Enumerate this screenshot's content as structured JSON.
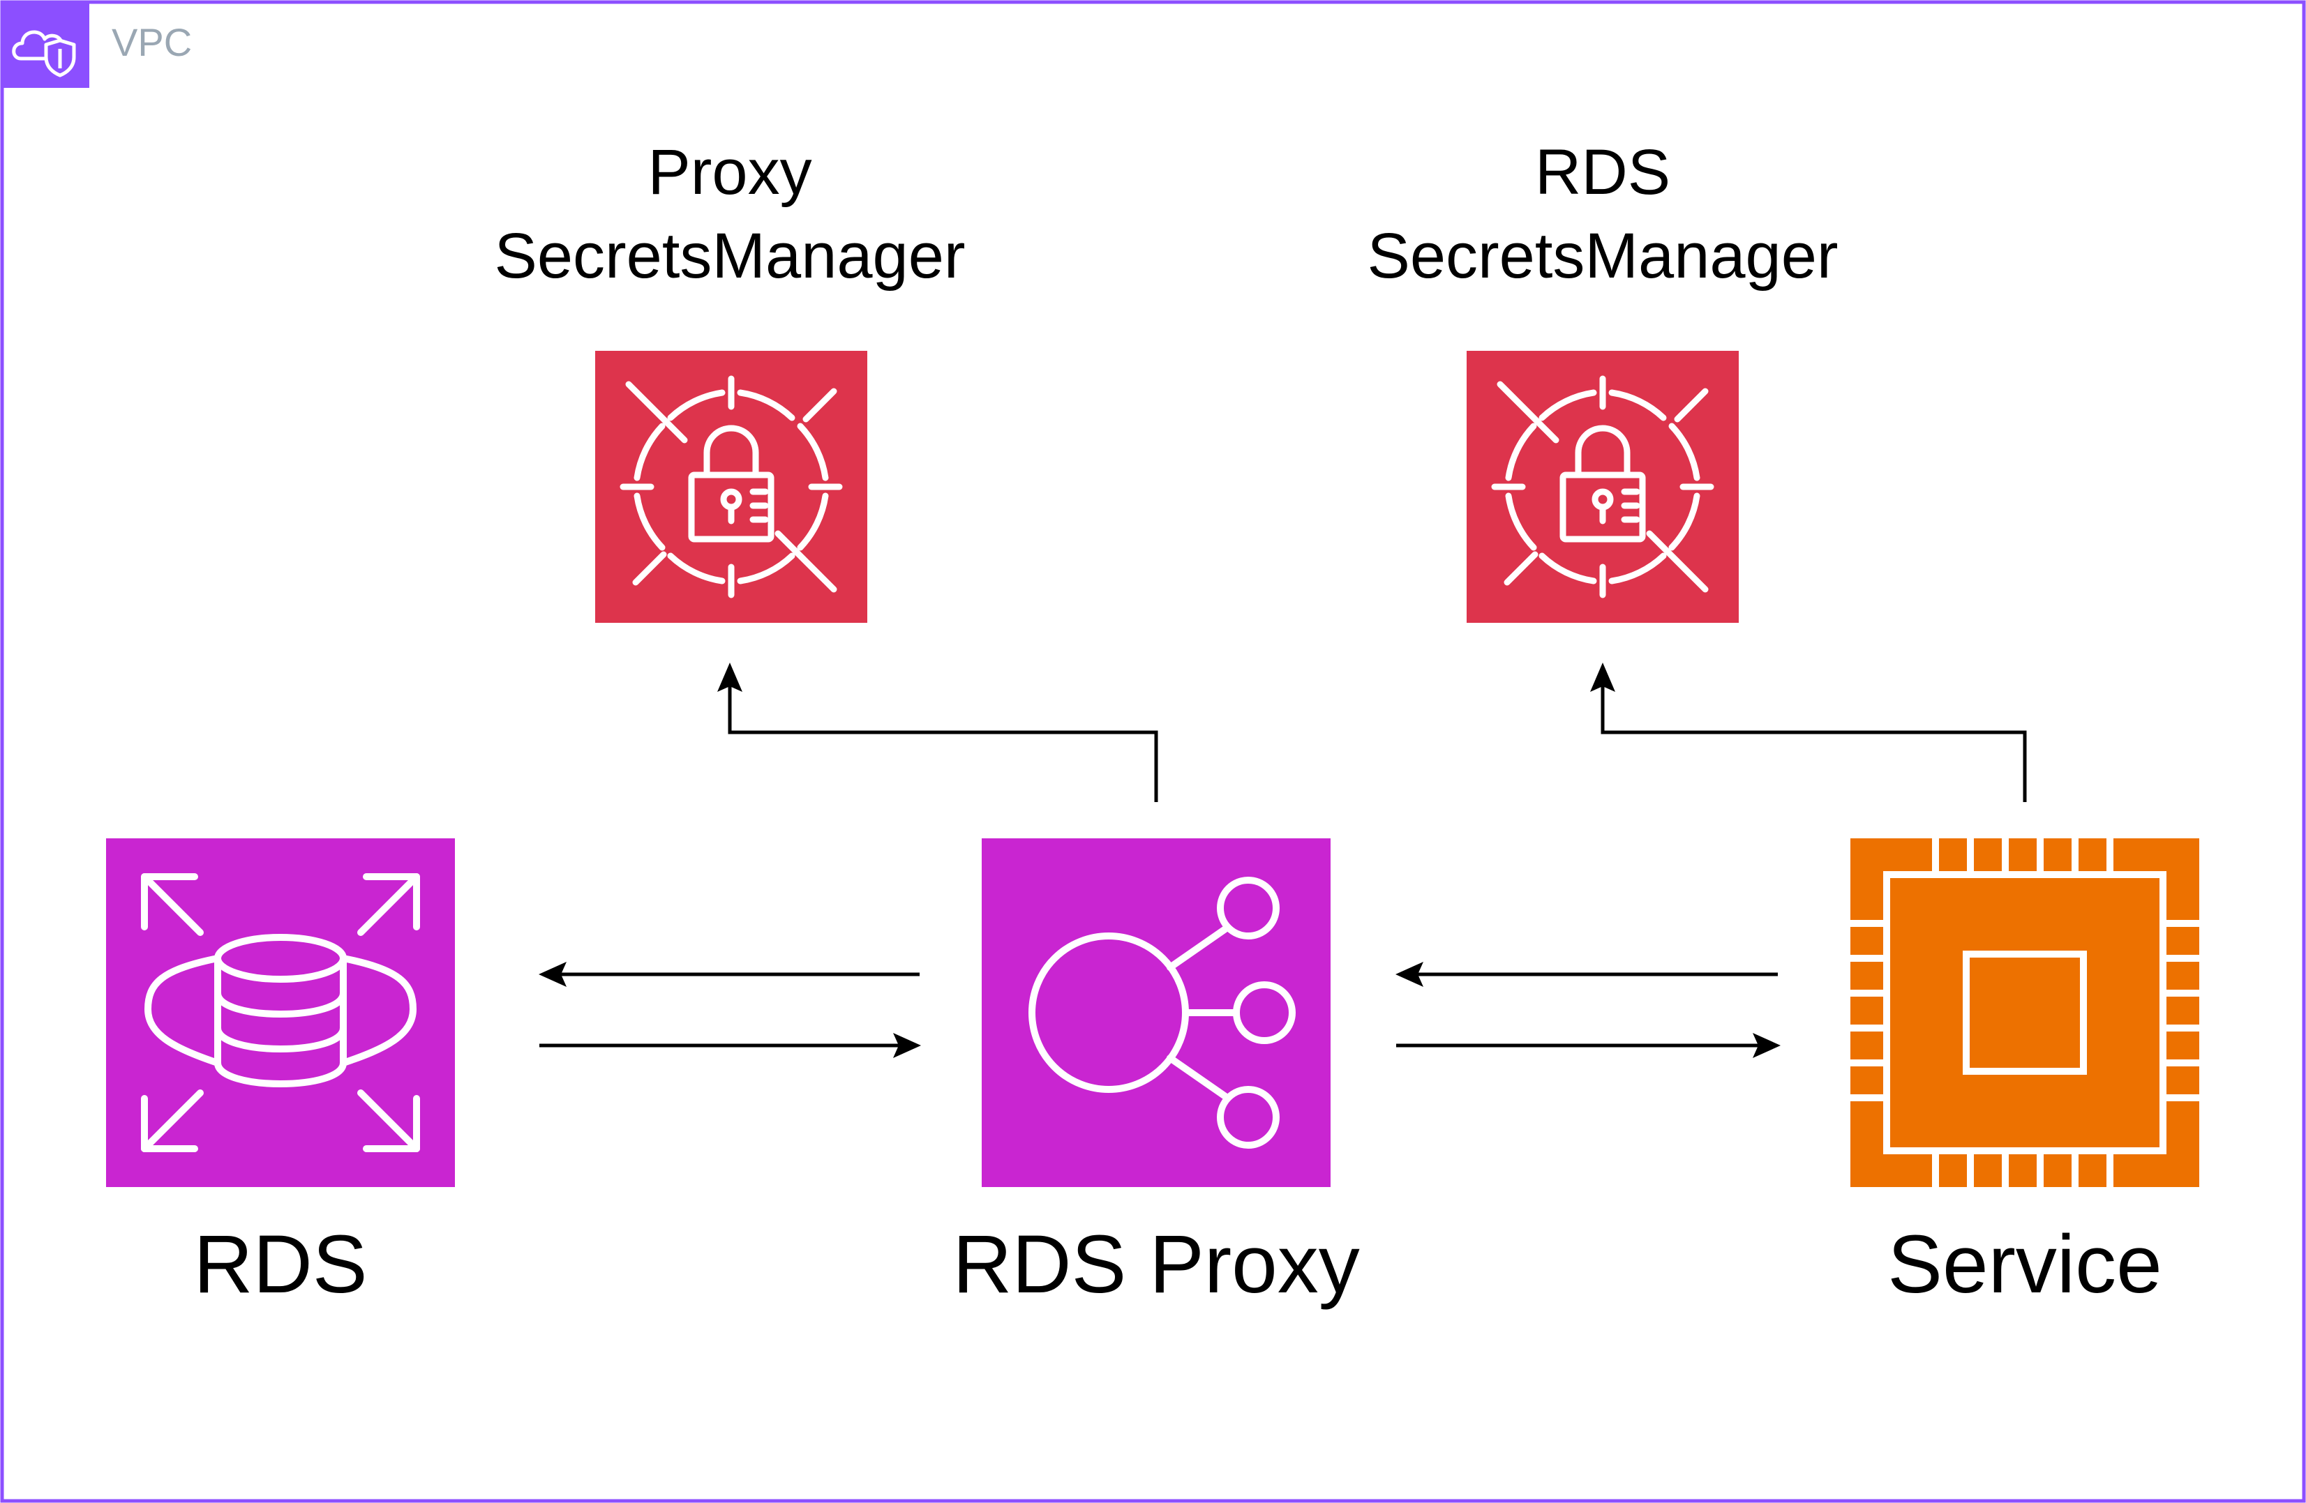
{
  "vpc": {
    "label": "VPC",
    "icon": "vpc-cloud-shield-icon",
    "border_color": "#8c4fff"
  },
  "nodes": {
    "proxy_secrets": {
      "label_line1": "Proxy",
      "label_line2": "SecretsManager",
      "icon": "secrets-manager-icon",
      "color": "#dd344c"
    },
    "rds_secrets": {
      "label_line1": "RDS",
      "label_line2": "SecretsManager",
      "icon": "secrets-manager-icon",
      "color": "#dd344c"
    },
    "rds": {
      "label": "RDS",
      "icon": "rds-database-icon",
      "color": "#c925d1"
    },
    "rds_proxy": {
      "label": "RDS Proxy",
      "icon": "rds-proxy-icon",
      "color": "#c925d1"
    },
    "service": {
      "label": "Service",
      "icon": "compute-chip-icon",
      "color": "#ed7100"
    }
  },
  "edges": [
    {
      "from": "rds_proxy",
      "to": "rds"
    },
    {
      "from": "rds",
      "to": "rds_proxy"
    },
    {
      "from": "service",
      "to": "rds_proxy"
    },
    {
      "from": "rds_proxy",
      "to": "service"
    },
    {
      "from": "rds_proxy",
      "to": "proxy_secrets"
    },
    {
      "from": "service",
      "to": "rds_secrets"
    }
  ]
}
